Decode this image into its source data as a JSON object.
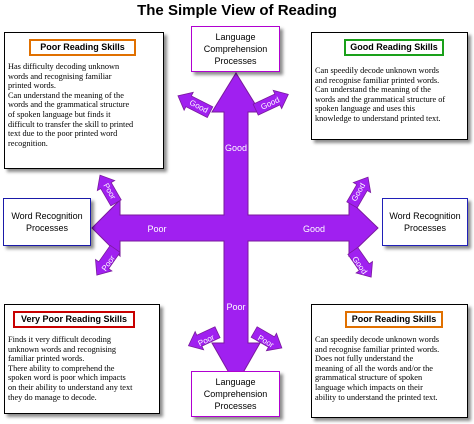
{
  "title": "The Simple View of Reading",
  "colors": {
    "arrow_fill": "#a020f0",
    "arrow_stroke": "#7a1a9e",
    "poor_border": "#e07000",
    "good_border": "#1aa01a",
    "very_poor_border": "#c80000",
    "process_purple": "#b000d0",
    "process_blue": "#1a1aa8"
  },
  "processes": {
    "top": {
      "line1": "Language",
      "line2": "Comprehension",
      "line3": "Processes"
    },
    "bottom": {
      "line1": "Language",
      "line2": "Comprehension",
      "line3": "Processes"
    },
    "left": {
      "line1": "Word Recognition",
      "line2": "Processes"
    },
    "right": {
      "line1": "Word Recognition",
      "line2": "Processes"
    }
  },
  "arrow_labels": {
    "up": "Good",
    "down": "Poor",
    "left": "Poor",
    "right": "Good",
    "diag_upper_left": "Good",
    "diag_upper_right": "Good",
    "diag_left_upper": "Poor",
    "diag_left_lower": "Poor",
    "diag_right_upper": "Good",
    "diag_right_lower": "Good",
    "diag_lower_left": "Poor",
    "diag_lower_right": "Poor"
  },
  "quadrants": {
    "top_left": {
      "label": "Poor Reading Skills",
      "lines": [
        "Has difficulty decoding unknown",
        "words and recognising familiar",
        "printed words.",
        "Can understand the meaning of the",
        "words and the grammatical structure",
        "of spoken language but finds it",
        "difficult to transfer the skill to printed",
        "text due to the poor printed word",
        "recognition."
      ]
    },
    "top_right": {
      "label": "Good Reading Skills",
      "lines": [
        "Can speedily decode unknown words",
        "and recognise familiar printed words.",
        "Can understand the meaning of the",
        "words and the grammatical structure of",
        "spoken language and uses this",
        "knowledge to understand printed text."
      ]
    },
    "bottom_left": {
      "label": "Very Poor Reading Skills",
      "lines": [
        "Finds it very difficult decoding",
        "unknown words and recognising",
        "familiar printed words.",
        "There ability to comprehend the",
        "spoken word is poor which impacts",
        "on their ability to understand any text",
        "they do manage to decode."
      ]
    },
    "bottom_right": {
      "label": "Poor Reading Skills",
      "lines": [
        "Can speedily decode unknown words",
        "and recognise familiar printed words.",
        "Does not fully understand the",
        "meaning of all the words and/or the",
        "grammatical structure of spoken",
        "language which impacts on their",
        "ability to understand the printed text."
      ]
    }
  }
}
